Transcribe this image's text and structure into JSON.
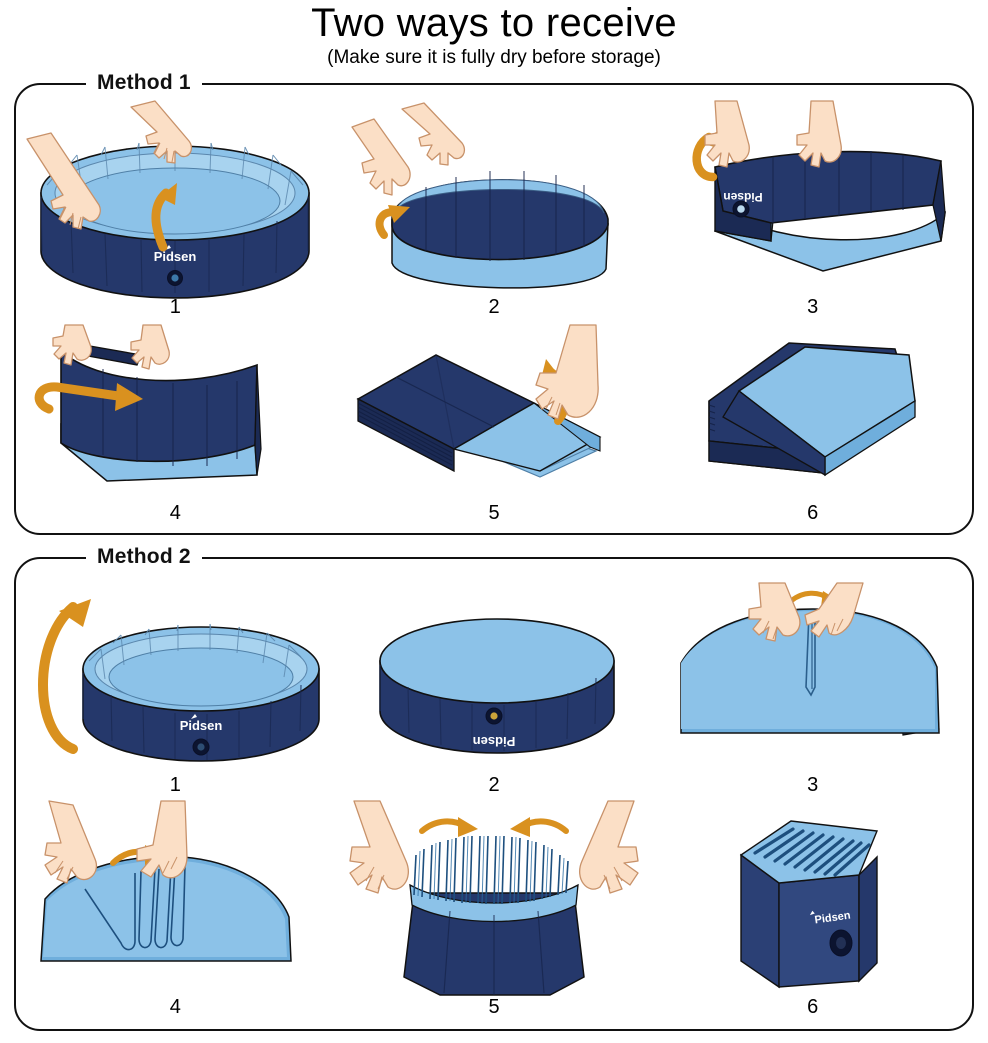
{
  "header": {
    "title": "Two ways to receive",
    "subtitle": "(Make sure it is fully dry before storage)"
  },
  "brand": {
    "name": "Pidsen"
  },
  "colors": {
    "navy": "#25386B",
    "navy_dark": "#1B2A54",
    "navy_light": "#33477E",
    "light_blue": "#8CC2E8",
    "light_blue_dark": "#6FAEDC",
    "light_blue_pale": "#A8D3EF",
    "orange": "#D9911F",
    "orange_dark": "#C07D15",
    "skin": "#FBDFC6",
    "skin_line": "#C8926A",
    "outline": "#111111"
  },
  "methods": [
    {
      "label": "Method 1",
      "steps": [
        {
          "number": "1",
          "caption_art": "round-pool-open-with-hands"
        },
        {
          "number": "2",
          "caption_art": "pool-wall-folded-down"
        },
        {
          "number": "3",
          "caption_art": "pool-collapsed-flat-logo-inverted"
        },
        {
          "number": "4",
          "caption_art": "wall-folding-over-base"
        },
        {
          "number": "5",
          "caption_art": "layered-stack-with-hand"
        },
        {
          "number": "6",
          "caption_art": "final-folded-block"
        }
      ]
    },
    {
      "label": "Method 2",
      "steps": [
        {
          "number": "1",
          "caption_art": "round-pool-flip-arrow"
        },
        {
          "number": "2",
          "caption_art": "pool-upside-down-logo-inverted"
        },
        {
          "number": "3",
          "caption_art": "pinch-single-pleat"
        },
        {
          "number": "4",
          "caption_art": "gather-multiple-pleats"
        },
        {
          "number": "5",
          "caption_art": "accordion-compress-inward"
        },
        {
          "number": "6",
          "caption_art": "final-upright-column"
        }
      ]
    }
  ]
}
